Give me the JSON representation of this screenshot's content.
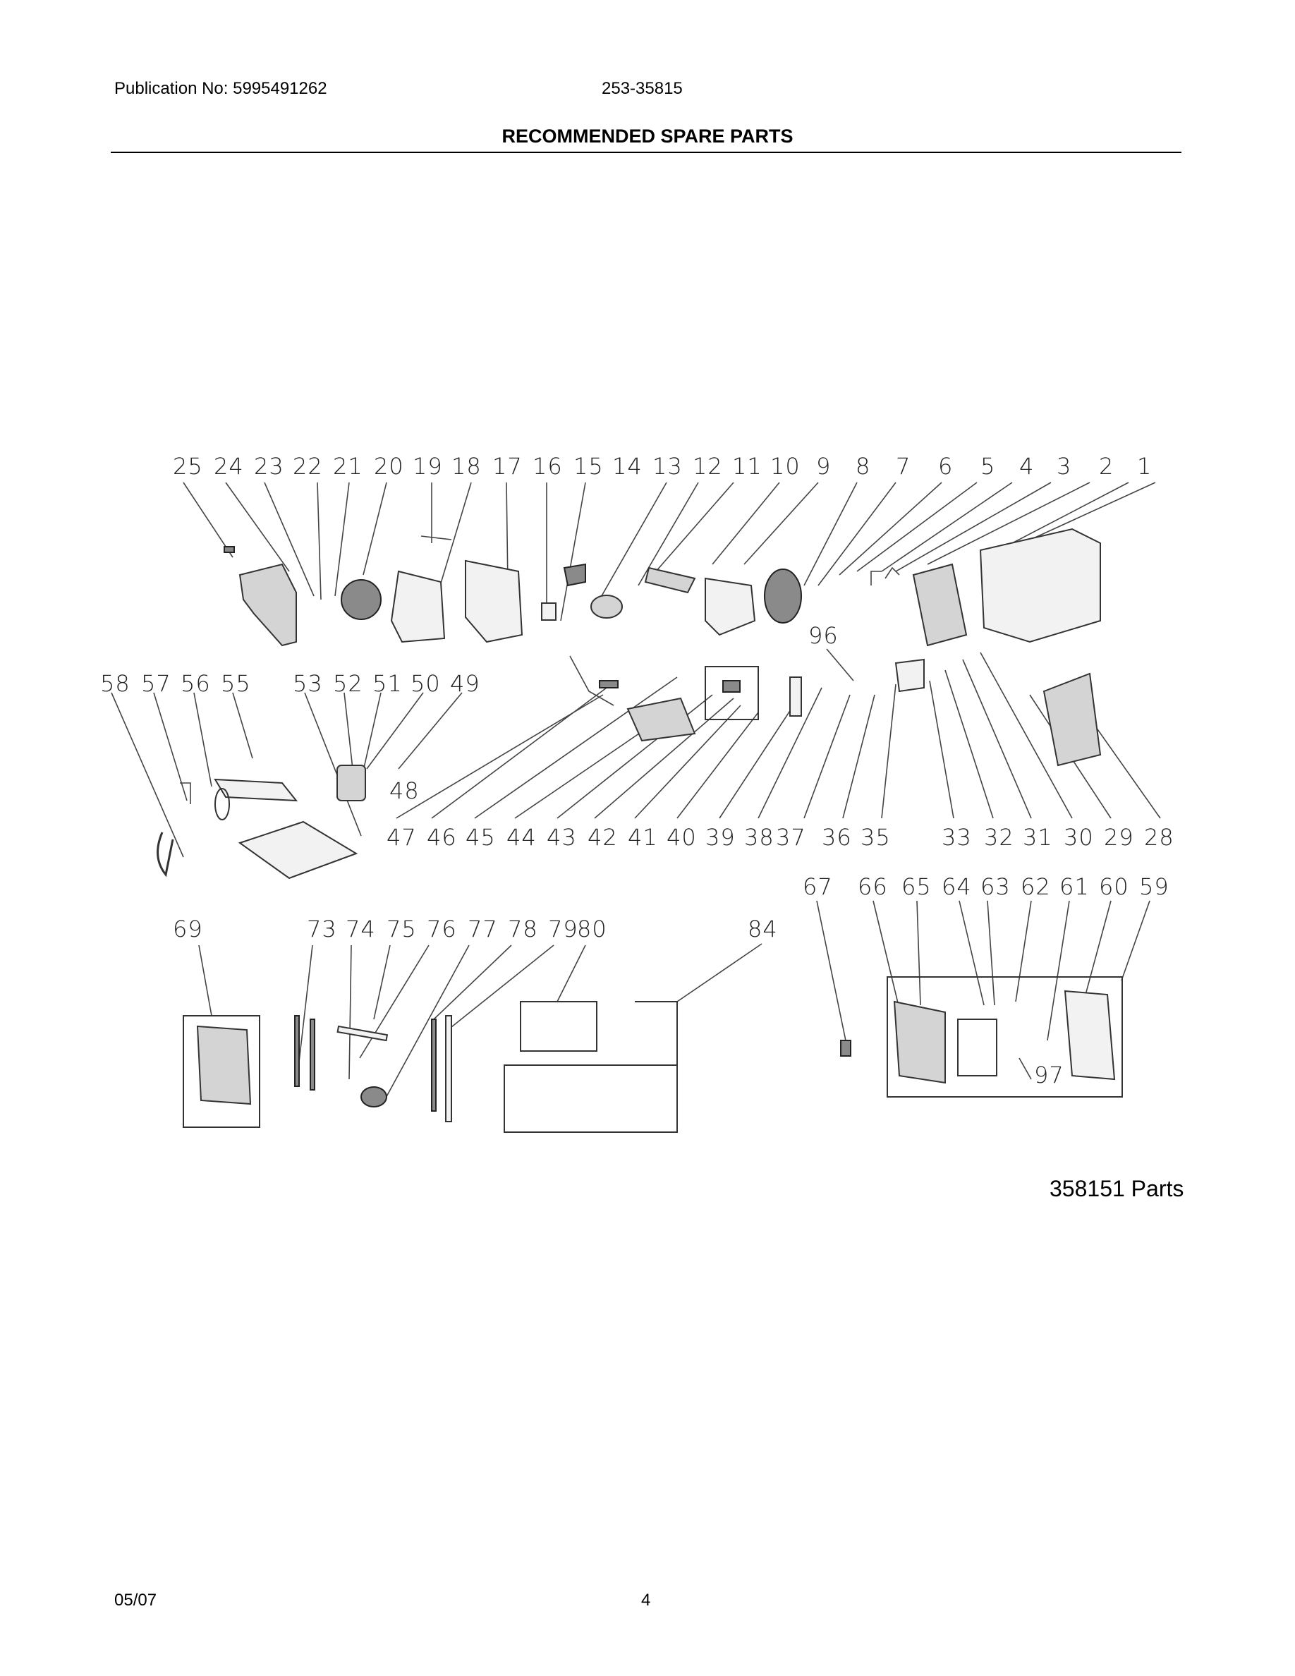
{
  "header": {
    "publication": "Publication No: 5995491262",
    "model": "253-35815",
    "title": "RECOMMENDED SPARE PARTS"
  },
  "footer": {
    "date": "05/07",
    "page": "4"
  },
  "diagram": {
    "parts_note": "358151 Parts",
    "callouts_row1": [
      "25",
      "24",
      "23",
      "22",
      "21",
      "20",
      "19",
      "18",
      "17",
      "16",
      "15",
      "14",
      "13",
      "12",
      "11",
      "10",
      "9",
      "8",
      "7",
      "6",
      "5",
      "4",
      "3",
      "2",
      "1"
    ],
    "callouts_row2_left": [
      "58",
      "57",
      "56",
      "55",
      "53",
      "52",
      "51",
      "50",
      "49"
    ],
    "callout_48": "48",
    "callout_96": "96",
    "callouts_row3": [
      "47",
      "46",
      "45",
      "44",
      "43",
      "42",
      "41",
      "40",
      "39",
      "38",
      "37",
      "36",
      "35",
      "33",
      "32",
      "31",
      "30",
      "29",
      "28"
    ],
    "callouts_row4_right": [
      "67",
      "66",
      "65",
      "64",
      "63",
      "62",
      "61",
      "60",
      "59"
    ],
    "callouts_row4_left": [
      "69",
      "73",
      "74",
      "75",
      "76",
      "77",
      "78",
      "79",
      "80",
      "84"
    ],
    "callout_97": "97"
  }
}
